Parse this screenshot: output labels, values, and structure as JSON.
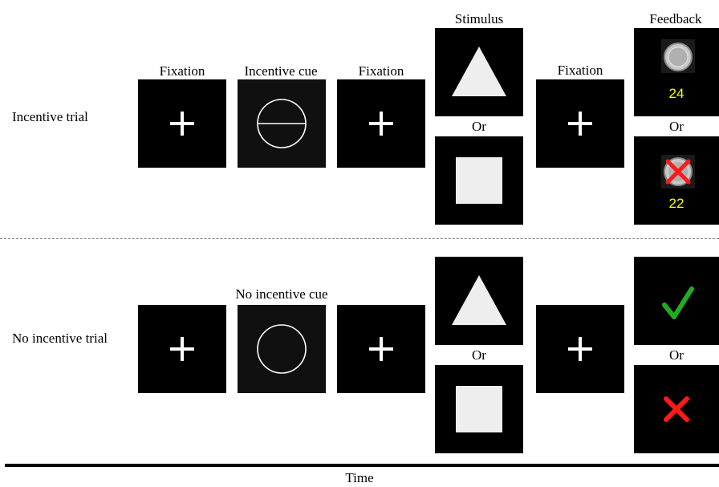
{
  "rows": {
    "incentive_label": "Incentive trial",
    "no_incentive_label": "No incentive trial"
  },
  "stages": {
    "fixation": "Fixation",
    "incentive_cue": "Incentive cue",
    "no_incentive_cue": "No incentive cue",
    "stimulus": "Stimulus",
    "feedback": "Feedback",
    "or": "Or"
  },
  "feedback": {
    "win_points": "24",
    "loss_points": "22",
    "coin_color": "#c8c8c8",
    "points_color": "#ffff00",
    "check_color": "#22aa22",
    "cross_color": "#ff1a1a"
  },
  "axis": {
    "time_label": "Time"
  }
}
